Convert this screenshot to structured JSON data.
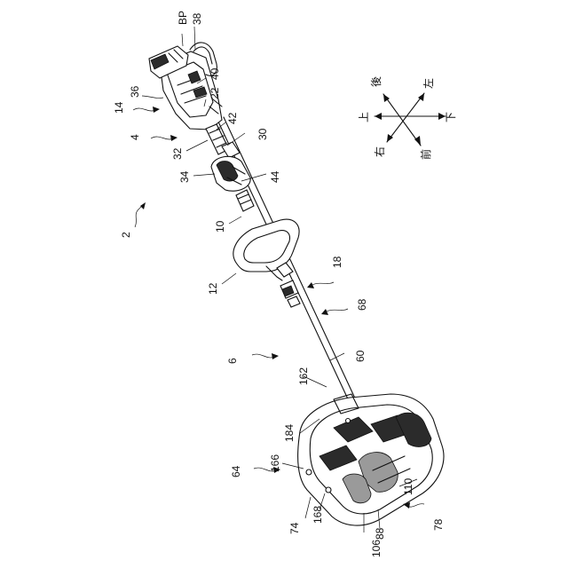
{
  "callouts": {
    "c_bp": "BP",
    "c_38": "38",
    "c_36": "36",
    "c_14": "14",
    "c_40": "40",
    "c_22": "22",
    "c_42": "42",
    "c_30": "30",
    "c_4": "4",
    "c_32": "32",
    "c_34": "34",
    "c_44": "44",
    "c_2": "2",
    "c_10": "10",
    "c_18": "18",
    "c_12": "12",
    "c_68": "68",
    "c_6": "6",
    "c_162": "162",
    "c_60": "60",
    "c_184": "184",
    "c_166": "166",
    "c_64": "64",
    "c_110": "110",
    "c_74": "74",
    "c_168": "168",
    "c_106": "106",
    "c_88": "88",
    "c_78": "78"
  },
  "compass": {
    "back": "後",
    "left": "左",
    "up": "上",
    "down": "下",
    "right": "右",
    "front": "前"
  }
}
